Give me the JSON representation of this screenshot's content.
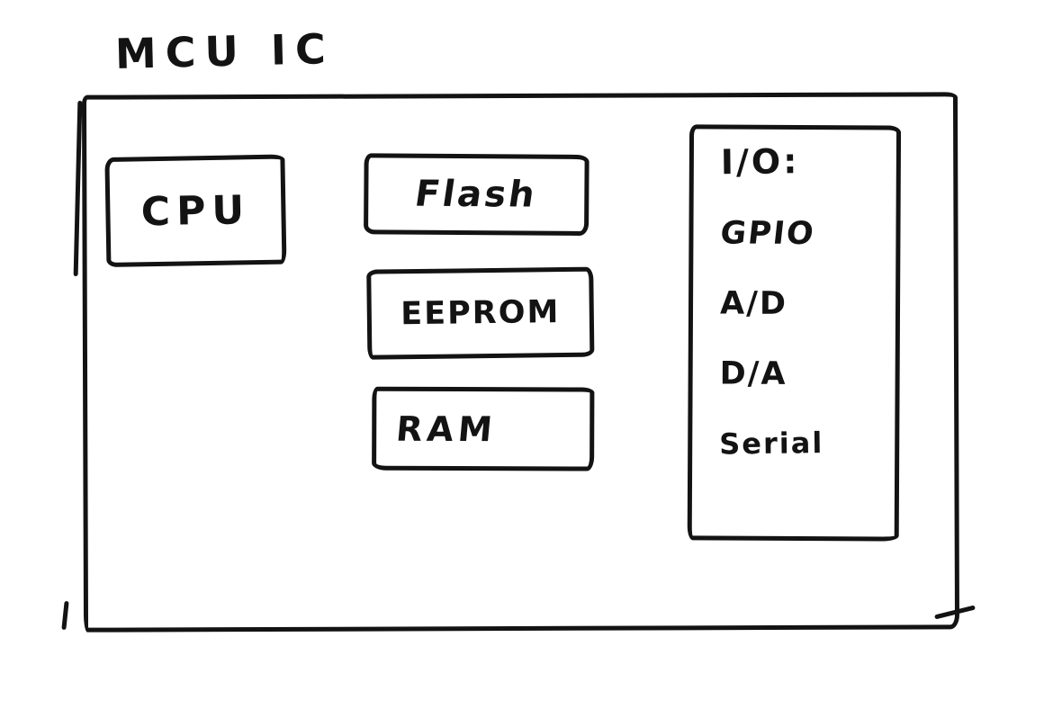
{
  "style": {
    "ink": "#131313",
    "paper": "#ffffff"
  },
  "diagram": {
    "title": "MCU IC",
    "chip": {
      "cpu_label": "CPU",
      "memory_blocks": [
        {
          "label": "Flash"
        },
        {
          "label": "EEPROM"
        },
        {
          "label": "RAM"
        }
      ],
      "io_block": {
        "heading": "I/O:",
        "items": [
          {
            "label": "GPIO"
          },
          {
            "label": "A/D"
          },
          {
            "label": "D/A"
          },
          {
            "label": "Serial"
          }
        ]
      }
    }
  }
}
